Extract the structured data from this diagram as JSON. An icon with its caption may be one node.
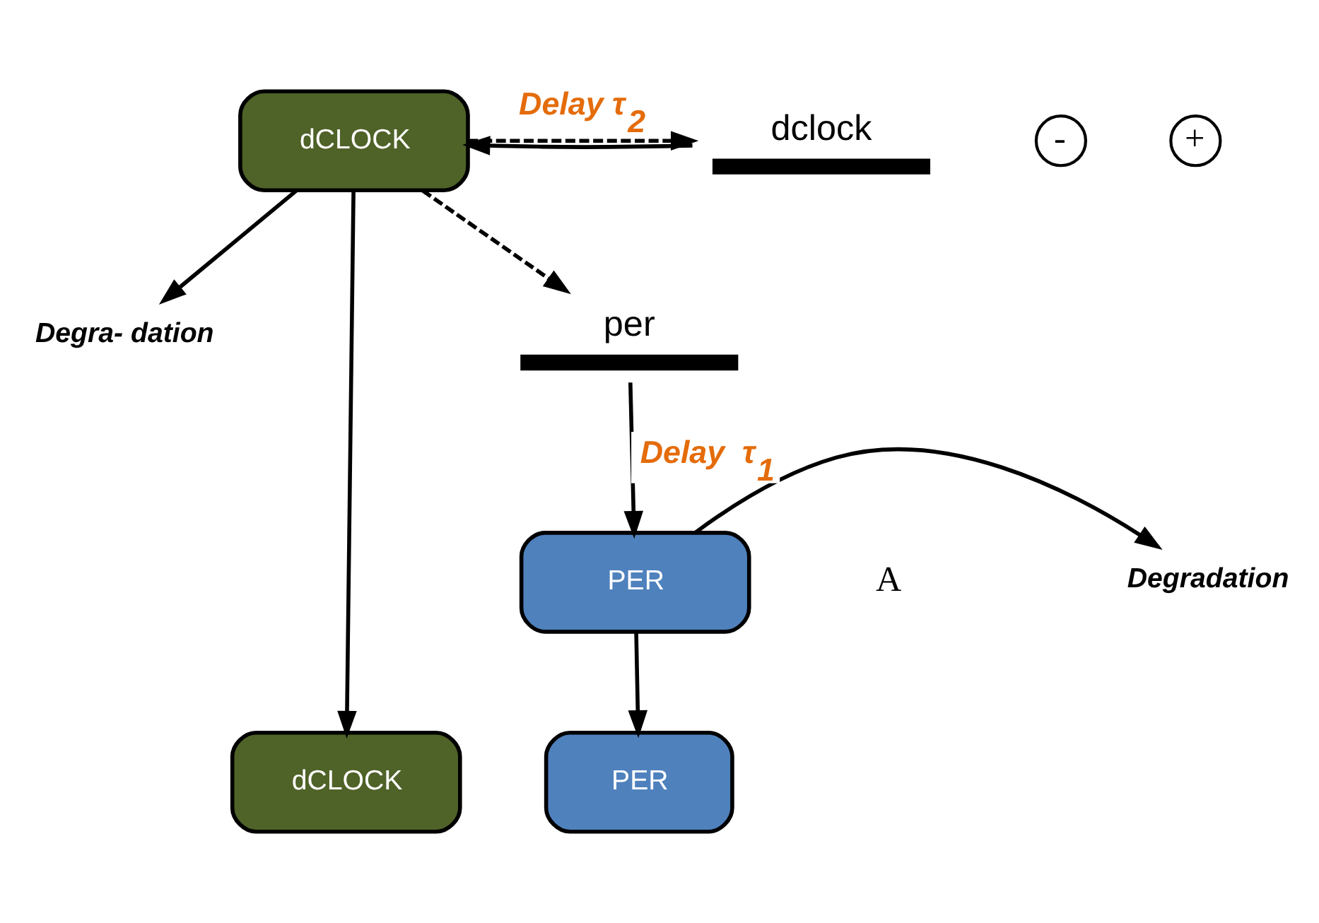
{
  "diagram": {
    "nodes": [
      {
        "text": [
          "PER"
        ]
      },
      {
        "text": [
          "Degradation"
        ]
      },
      {
        "text": [
          "dclock"
        ]
      },
      {
        "text": [
          "dCLOCK"
        ]
      },
      {
        "text": [
          "Degra- dation"
        ]
      },
      {
        "text": [
          "per"
        ]
      },
      {
        "text": [
          "dCLOCK"
        ]
      },
      {
        "text": [
          "PER"
        ]
      }
    ],
    "edges": [
      {
        "from": 0,
        "to": 1,
        "arrow": "to"
      },
      {
        "from": 0,
        "to": 7,
        "arrow": "to"
      },
      {
        "from": 3,
        "to": 2,
        "arrow": "to",
        "style": "dashed",
        "label": "Delay τ$_{2}$"
      },
      {
        "from": 2,
        "to": 3,
        "arrow": "to"
      },
      {
        "from": 3,
        "to": 4,
        "arrow": "to"
      },
      {
        "from": 3,
        "to": 5,
        "arrow": "to",
        "style": "dashed"
      },
      {
        "from": 3,
        "to": 6,
        "arrow": "to"
      },
      {
        "from": 5,
        "to": 0,
        "arrow": "to",
        "label": "Delay  τ$_{1}$"
      }
    ],
    "labels": [
      "A",
      "-",
      "+"
    ]
  }
}
